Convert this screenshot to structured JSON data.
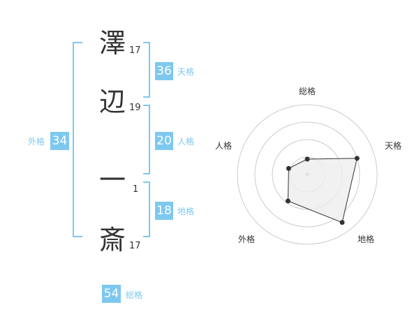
{
  "name": {
    "chars": [
      {
        "char": "澤",
        "strokes": "17"
      },
      {
        "char": "辺",
        "strokes": "19"
      },
      {
        "char": "一",
        "strokes": "1"
      },
      {
        "char": "斎",
        "strokes": "17"
      }
    ]
  },
  "scores": {
    "tenkaku": {
      "value": "36",
      "label": "天格"
    },
    "jinkaku": {
      "value": "20",
      "label": "人格"
    },
    "chikaku": {
      "value": "18",
      "label": "地格"
    },
    "gaikaku": {
      "value": "34",
      "label": "外格"
    },
    "soukaku": {
      "value": "54",
      "label": "総格"
    }
  },
  "radar": {
    "labels": [
      "総格",
      "天格",
      "地格",
      "外格",
      "人格"
    ],
    "values": [
      0.22,
      0.75,
      0.85,
      0.47,
      0.28
    ],
    "colors": {
      "fill": "#eeeeee",
      "line": "#333333",
      "rings": "#cccccc",
      "point": "#333333",
      "center": "#bbbbbb"
    }
  }
}
